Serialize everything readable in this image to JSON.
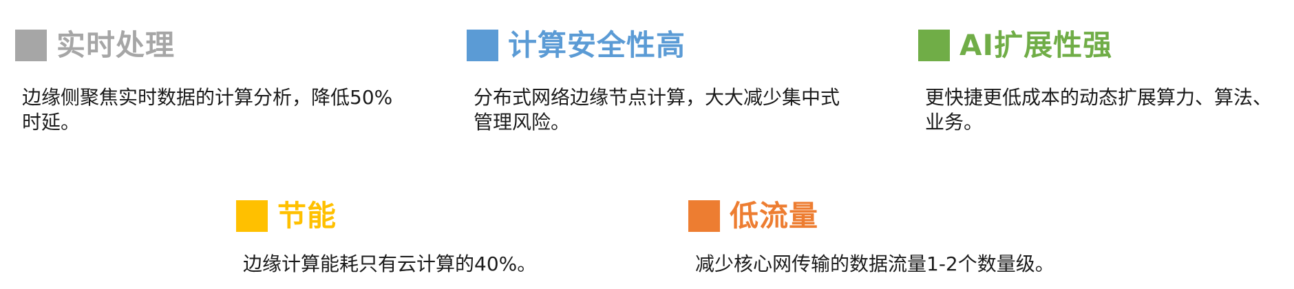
{
  "features": [
    {
      "title": "实时处理",
      "description": "边缘侧聚焦实时数据的计算分析，降低50%时延。",
      "color": "#a6a6a6"
    },
    {
      "title": "计算安全性高",
      "description": "分布式网络边缘节点计算，大大减少集中式管理风险。",
      "color": "#5b9bd5"
    },
    {
      "title": "AI扩展性强",
      "description": "更快捷更低成本的动态扩展算力、算法、业务。",
      "color": "#70ad47"
    },
    {
      "title": "节能",
      "description": "边缘计算能耗只有云计算的40%。",
      "color": "#ffc000"
    },
    {
      "title": "低流量",
      "description": "减少核心网传输的数据流量1-2个数量级。",
      "color": "#ed7d31"
    }
  ]
}
